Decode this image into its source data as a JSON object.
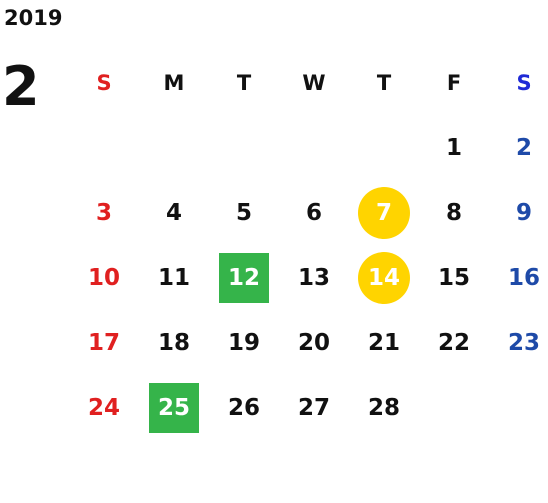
{
  "calendar": {
    "year": "2019",
    "month": "2",
    "weekdays": [
      "S",
      "M",
      "T",
      "W",
      "T",
      "F",
      "S"
    ],
    "days": [
      {
        "label": "1",
        "row": 1,
        "col": 5,
        "tone": "weekday"
      },
      {
        "label": "2",
        "row": 1,
        "col": 6,
        "tone": "saturday"
      },
      {
        "label": "3",
        "row": 2,
        "col": 0,
        "tone": "sunday"
      },
      {
        "label": "4",
        "row": 2,
        "col": 1,
        "tone": "weekday"
      },
      {
        "label": "5",
        "row": 2,
        "col": 2,
        "tone": "weekday"
      },
      {
        "label": "6",
        "row": 2,
        "col": 3,
        "tone": "weekday"
      },
      {
        "label": "7",
        "row": 2,
        "col": 4,
        "tone": "weekday",
        "marker": "yellow-circle"
      },
      {
        "label": "8",
        "row": 2,
        "col": 5,
        "tone": "weekday"
      },
      {
        "label": "9",
        "row": 2,
        "col": 6,
        "tone": "saturday"
      },
      {
        "label": "10",
        "row": 3,
        "col": 0,
        "tone": "sunday"
      },
      {
        "label": "11",
        "row": 3,
        "col": 1,
        "tone": "weekday"
      },
      {
        "label": "12",
        "row": 3,
        "col": 2,
        "tone": "weekday",
        "marker": "green-square"
      },
      {
        "label": "13",
        "row": 3,
        "col": 3,
        "tone": "weekday"
      },
      {
        "label": "14",
        "row": 3,
        "col": 4,
        "tone": "weekday",
        "marker": "yellow-circle"
      },
      {
        "label": "15",
        "row": 3,
        "col": 5,
        "tone": "weekday"
      },
      {
        "label": "16",
        "row": 3,
        "col": 6,
        "tone": "saturday"
      },
      {
        "label": "17",
        "row": 4,
        "col": 0,
        "tone": "sunday"
      },
      {
        "label": "18",
        "row": 4,
        "col": 1,
        "tone": "weekday"
      },
      {
        "label": "19",
        "row": 4,
        "col": 2,
        "tone": "weekday"
      },
      {
        "label": "20",
        "row": 4,
        "col": 3,
        "tone": "weekday"
      },
      {
        "label": "21",
        "row": 4,
        "col": 4,
        "tone": "weekday"
      },
      {
        "label": "22",
        "row": 4,
        "col": 5,
        "tone": "weekday"
      },
      {
        "label": "23",
        "row": 4,
        "col": 6,
        "tone": "saturday"
      },
      {
        "label": "24",
        "row": 5,
        "col": 0,
        "tone": "sunday"
      },
      {
        "label": "25",
        "row": 5,
        "col": 1,
        "tone": "weekday",
        "marker": "green-square"
      },
      {
        "label": "26",
        "row": 5,
        "col": 2,
        "tone": "weekday"
      },
      {
        "label": "27",
        "row": 5,
        "col": 3,
        "tone": "weekday"
      },
      {
        "label": "28",
        "row": 5,
        "col": 4,
        "tone": "weekday"
      }
    ]
  },
  "colors": {
    "sunday": "#e02020",
    "saturday_dow": "#1f2ad6",
    "saturday_day": "#1e4aa8",
    "weekday": "#111111",
    "yellow_marker": "#ffd400",
    "green_marker": "#35b44a",
    "marker_text": "#ffffff"
  }
}
